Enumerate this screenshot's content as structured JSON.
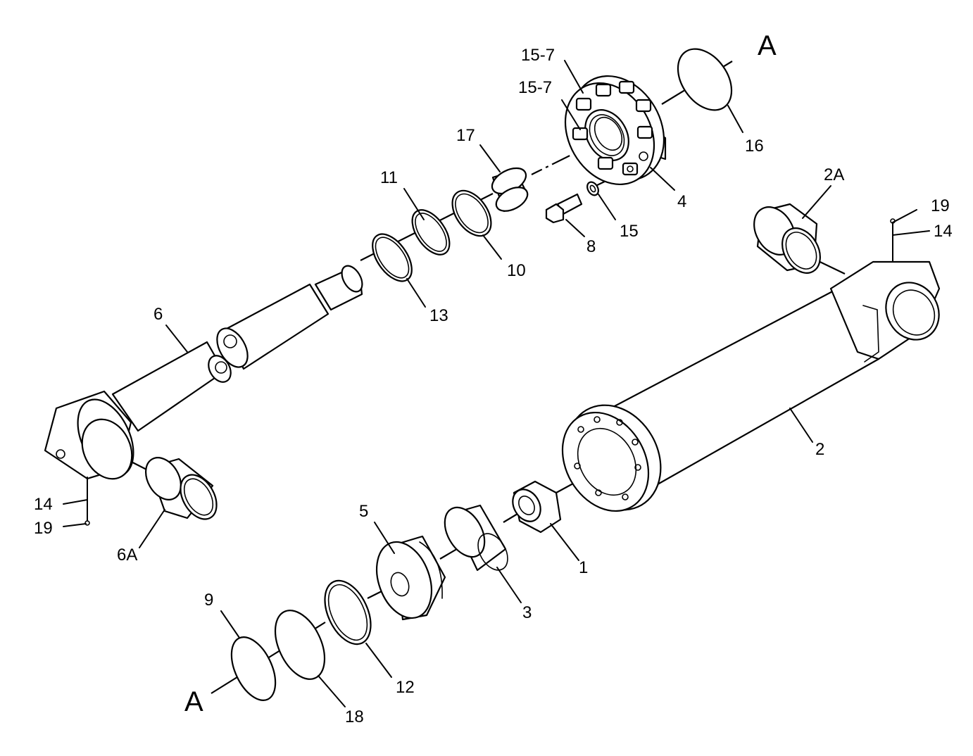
{
  "diagram": {
    "background": "#ffffff",
    "line_color": "#000000",
    "callouts": {
      "c1": "1",
      "c2": "2",
      "c2A": "2A",
      "c3": "3",
      "c4": "4",
      "c5": "5",
      "c6": "6",
      "c6A": "6A",
      "c8": "8",
      "c9": "9",
      "c10": "10",
      "c11": "11",
      "c12": "12",
      "c13": "13",
      "c14_left": "14",
      "c14_right": "14",
      "c15": "15",
      "c15_7_top": "15-7",
      "c15_7_mid": "15-7",
      "c16": "16",
      "c17": "17",
      "c18": "18",
      "c19_left": "19",
      "c19_right": "19",
      "break_A_top": "A",
      "break_A_bottom": "A"
    }
  }
}
